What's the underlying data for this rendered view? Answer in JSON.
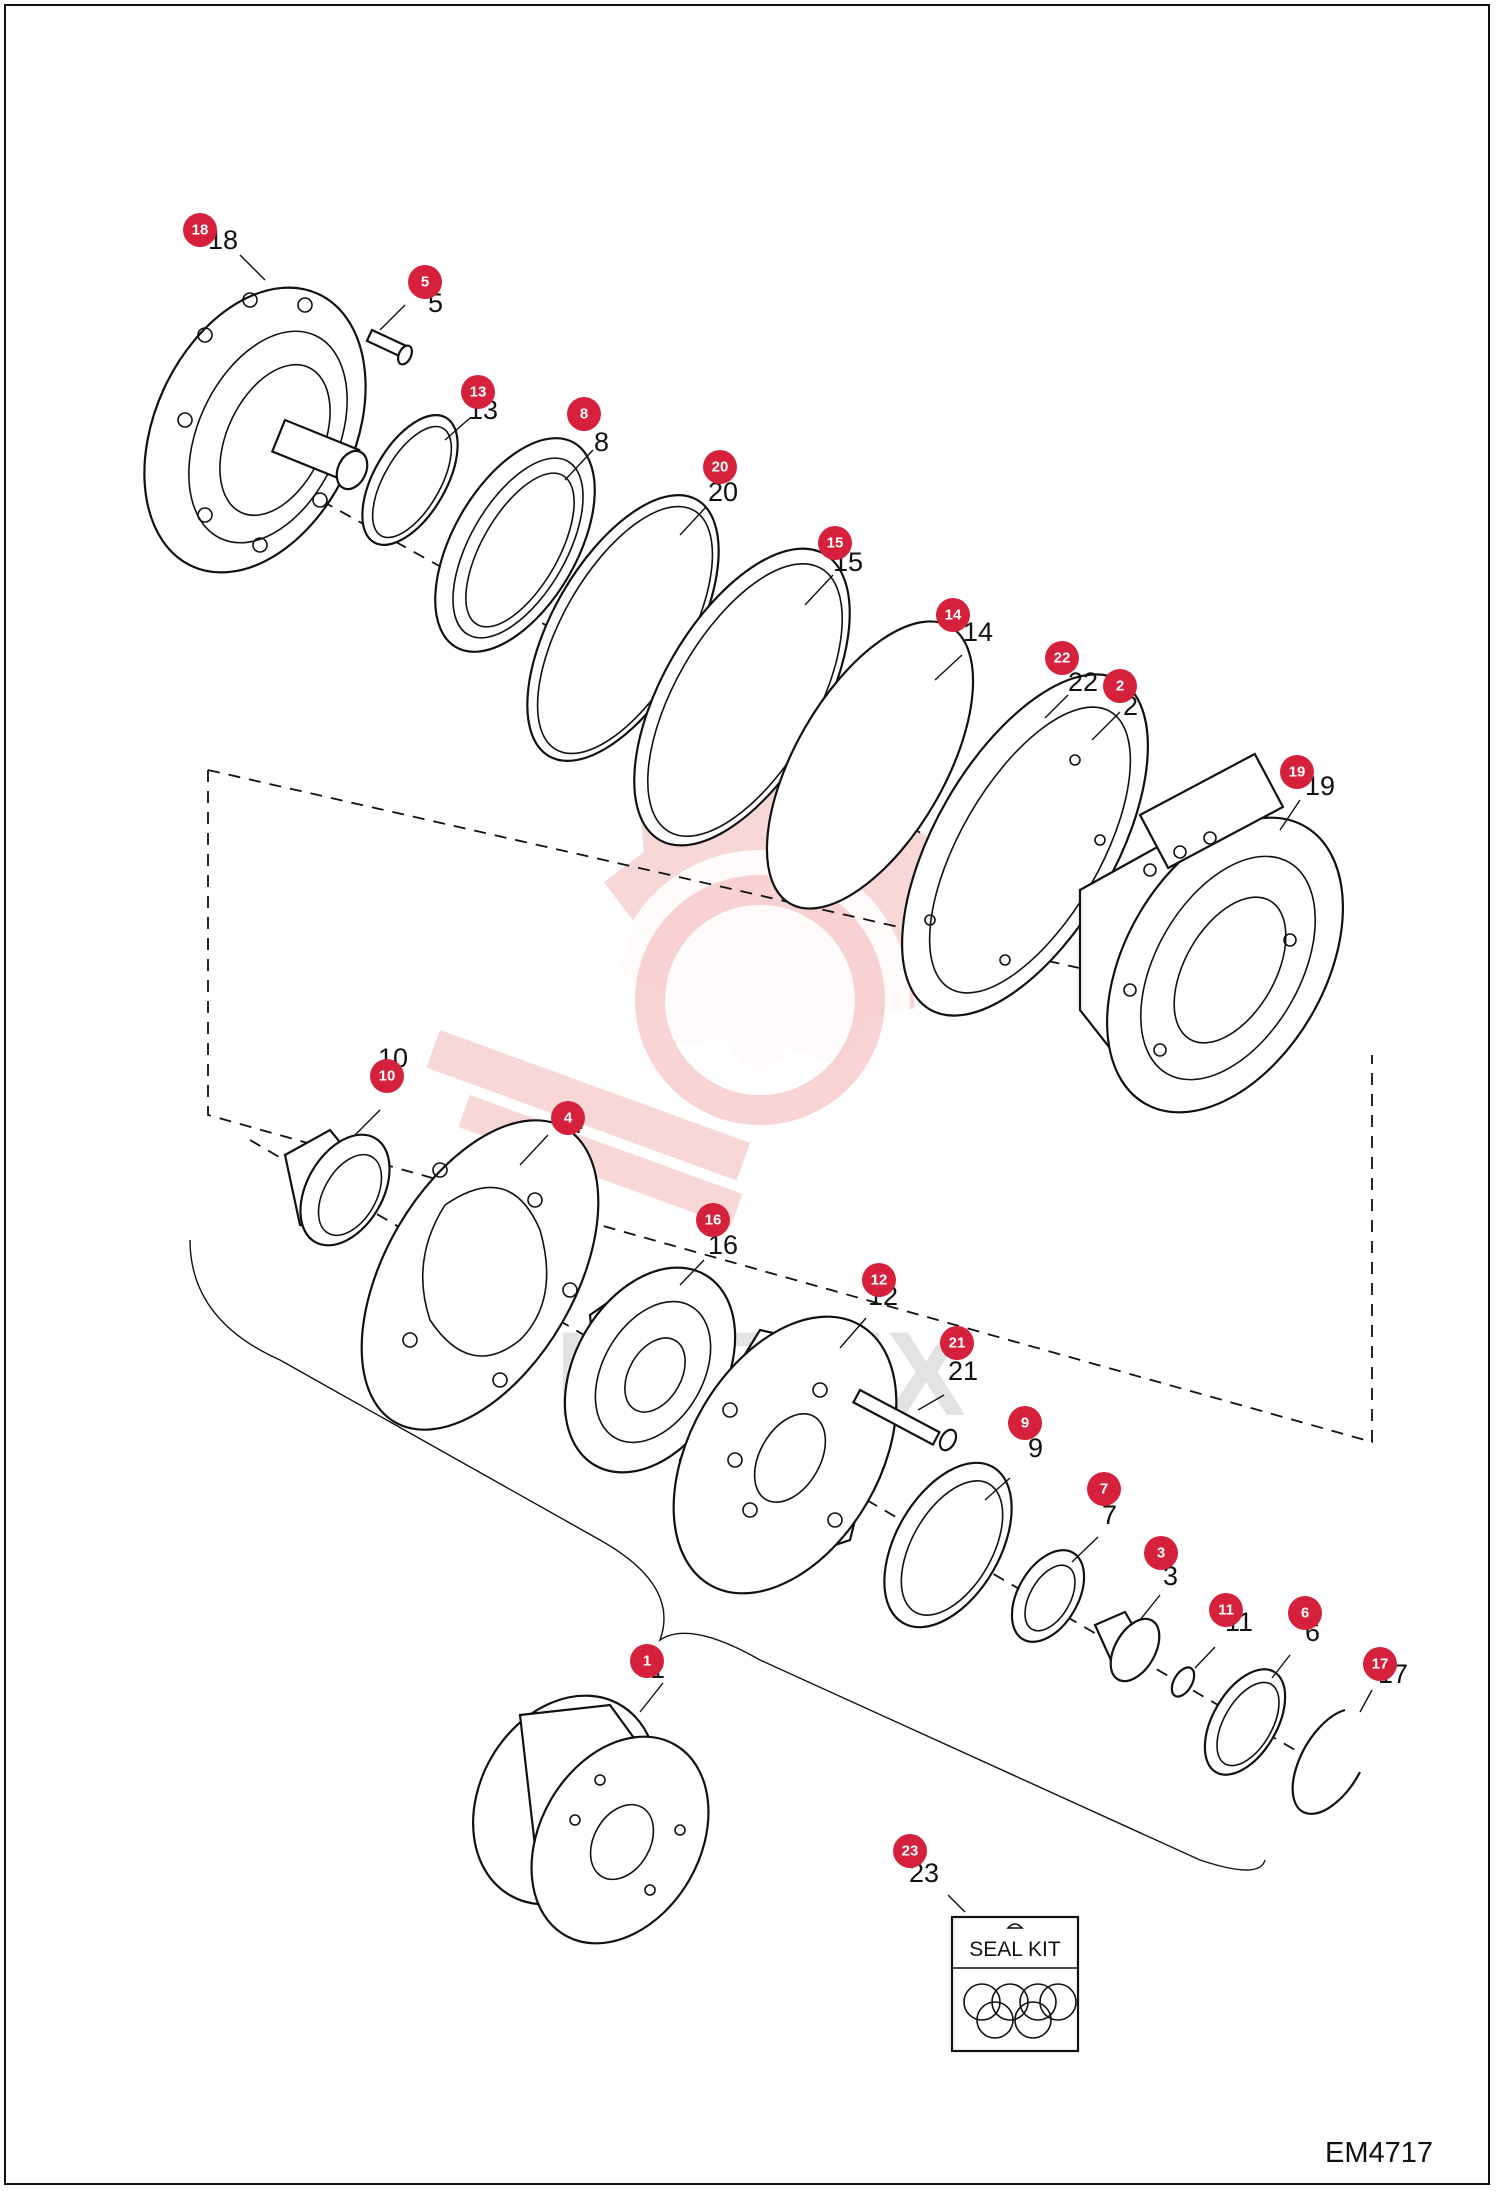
{
  "diagram_code": "EM4717",
  "watermark_text": "MATEX",
  "seal_kit_label": "SEAL KIT",
  "badge_color": "#d5213c",
  "callouts": [
    {
      "id": "18",
      "number": "18",
      "part_text": "18"
    },
    {
      "id": "5",
      "number": "5",
      "part_text": "5"
    },
    {
      "id": "13",
      "number": "13",
      "part_text": "13"
    },
    {
      "id": "8",
      "number": "8",
      "part_text": "8"
    },
    {
      "id": "20",
      "number": "20",
      "part_text": "20"
    },
    {
      "id": "15",
      "number": "15",
      "part_text": "15"
    },
    {
      "id": "14",
      "number": "14",
      "part_text": "14"
    },
    {
      "id": "22",
      "number": "22",
      "part_text": "22"
    },
    {
      "id": "2",
      "number": "2",
      "part_text": "2"
    },
    {
      "id": "19",
      "number": "19",
      "part_text": "19"
    },
    {
      "id": "10",
      "number": "10",
      "part_text": "10"
    },
    {
      "id": "4",
      "number": "4",
      "part_text": "4"
    },
    {
      "id": "16",
      "number": "16",
      "part_text": "16"
    },
    {
      "id": "12",
      "number": "12",
      "part_text": "12"
    },
    {
      "id": "21",
      "number": "21",
      "part_text": "21"
    },
    {
      "id": "9",
      "number": "9",
      "part_text": "9"
    },
    {
      "id": "7",
      "number": "7",
      "part_text": "7"
    },
    {
      "id": "3",
      "number": "3",
      "part_text": "3"
    },
    {
      "id": "11",
      "number": "11",
      "part_text": "11"
    },
    {
      "id": "6",
      "number": "6",
      "part_text": "6"
    },
    {
      "id": "17",
      "number": "17",
      "part_text": "17"
    },
    {
      "id": "1",
      "number": "1",
      "part_text": "1"
    },
    {
      "id": "23",
      "number": "23",
      "part_text": "23"
    }
  ]
}
